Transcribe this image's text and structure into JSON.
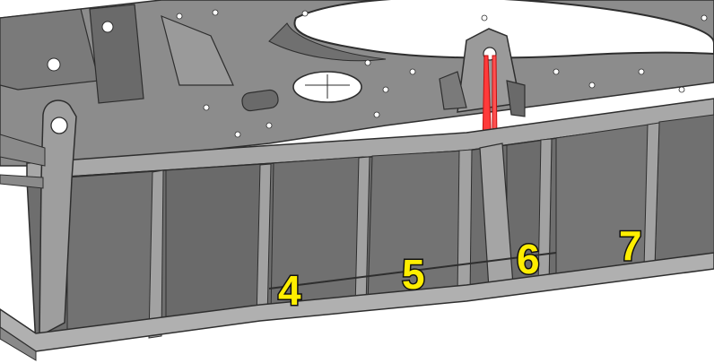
{
  "scene": {
    "description_type": "cad-render",
    "colors": {
      "background": "#ffffff",
      "steel_light": "#9a9a9a",
      "steel_mid": "#808080",
      "steel_dark": "#5f5f5f",
      "edge": "#2e2e2e",
      "highlight_red": "#ff3b3b",
      "label_fill": "#ffee00",
      "label_stroke": "#111111"
    }
  },
  "bay_labels": [
    {
      "id": "4",
      "text": "4"
    },
    {
      "id": "5",
      "text": "5"
    },
    {
      "id": "6",
      "text": "6"
    },
    {
      "id": "7",
      "text": "7"
    }
  ]
}
